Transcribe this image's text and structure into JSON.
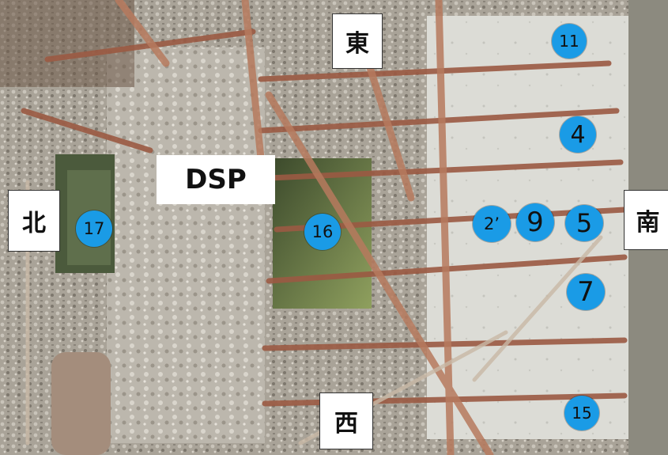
{
  "colors": {
    "marker_fill": "#1a9be6",
    "label_bg": "#ffffff"
  },
  "directions": {
    "east": "東",
    "west": "西",
    "north": "北",
    "south": "南"
  },
  "area_label": "DSP",
  "markers": [
    "11",
    "4",
    "2’",
    "9",
    "5",
    "7",
    "15",
    "16",
    "17"
  ]
}
